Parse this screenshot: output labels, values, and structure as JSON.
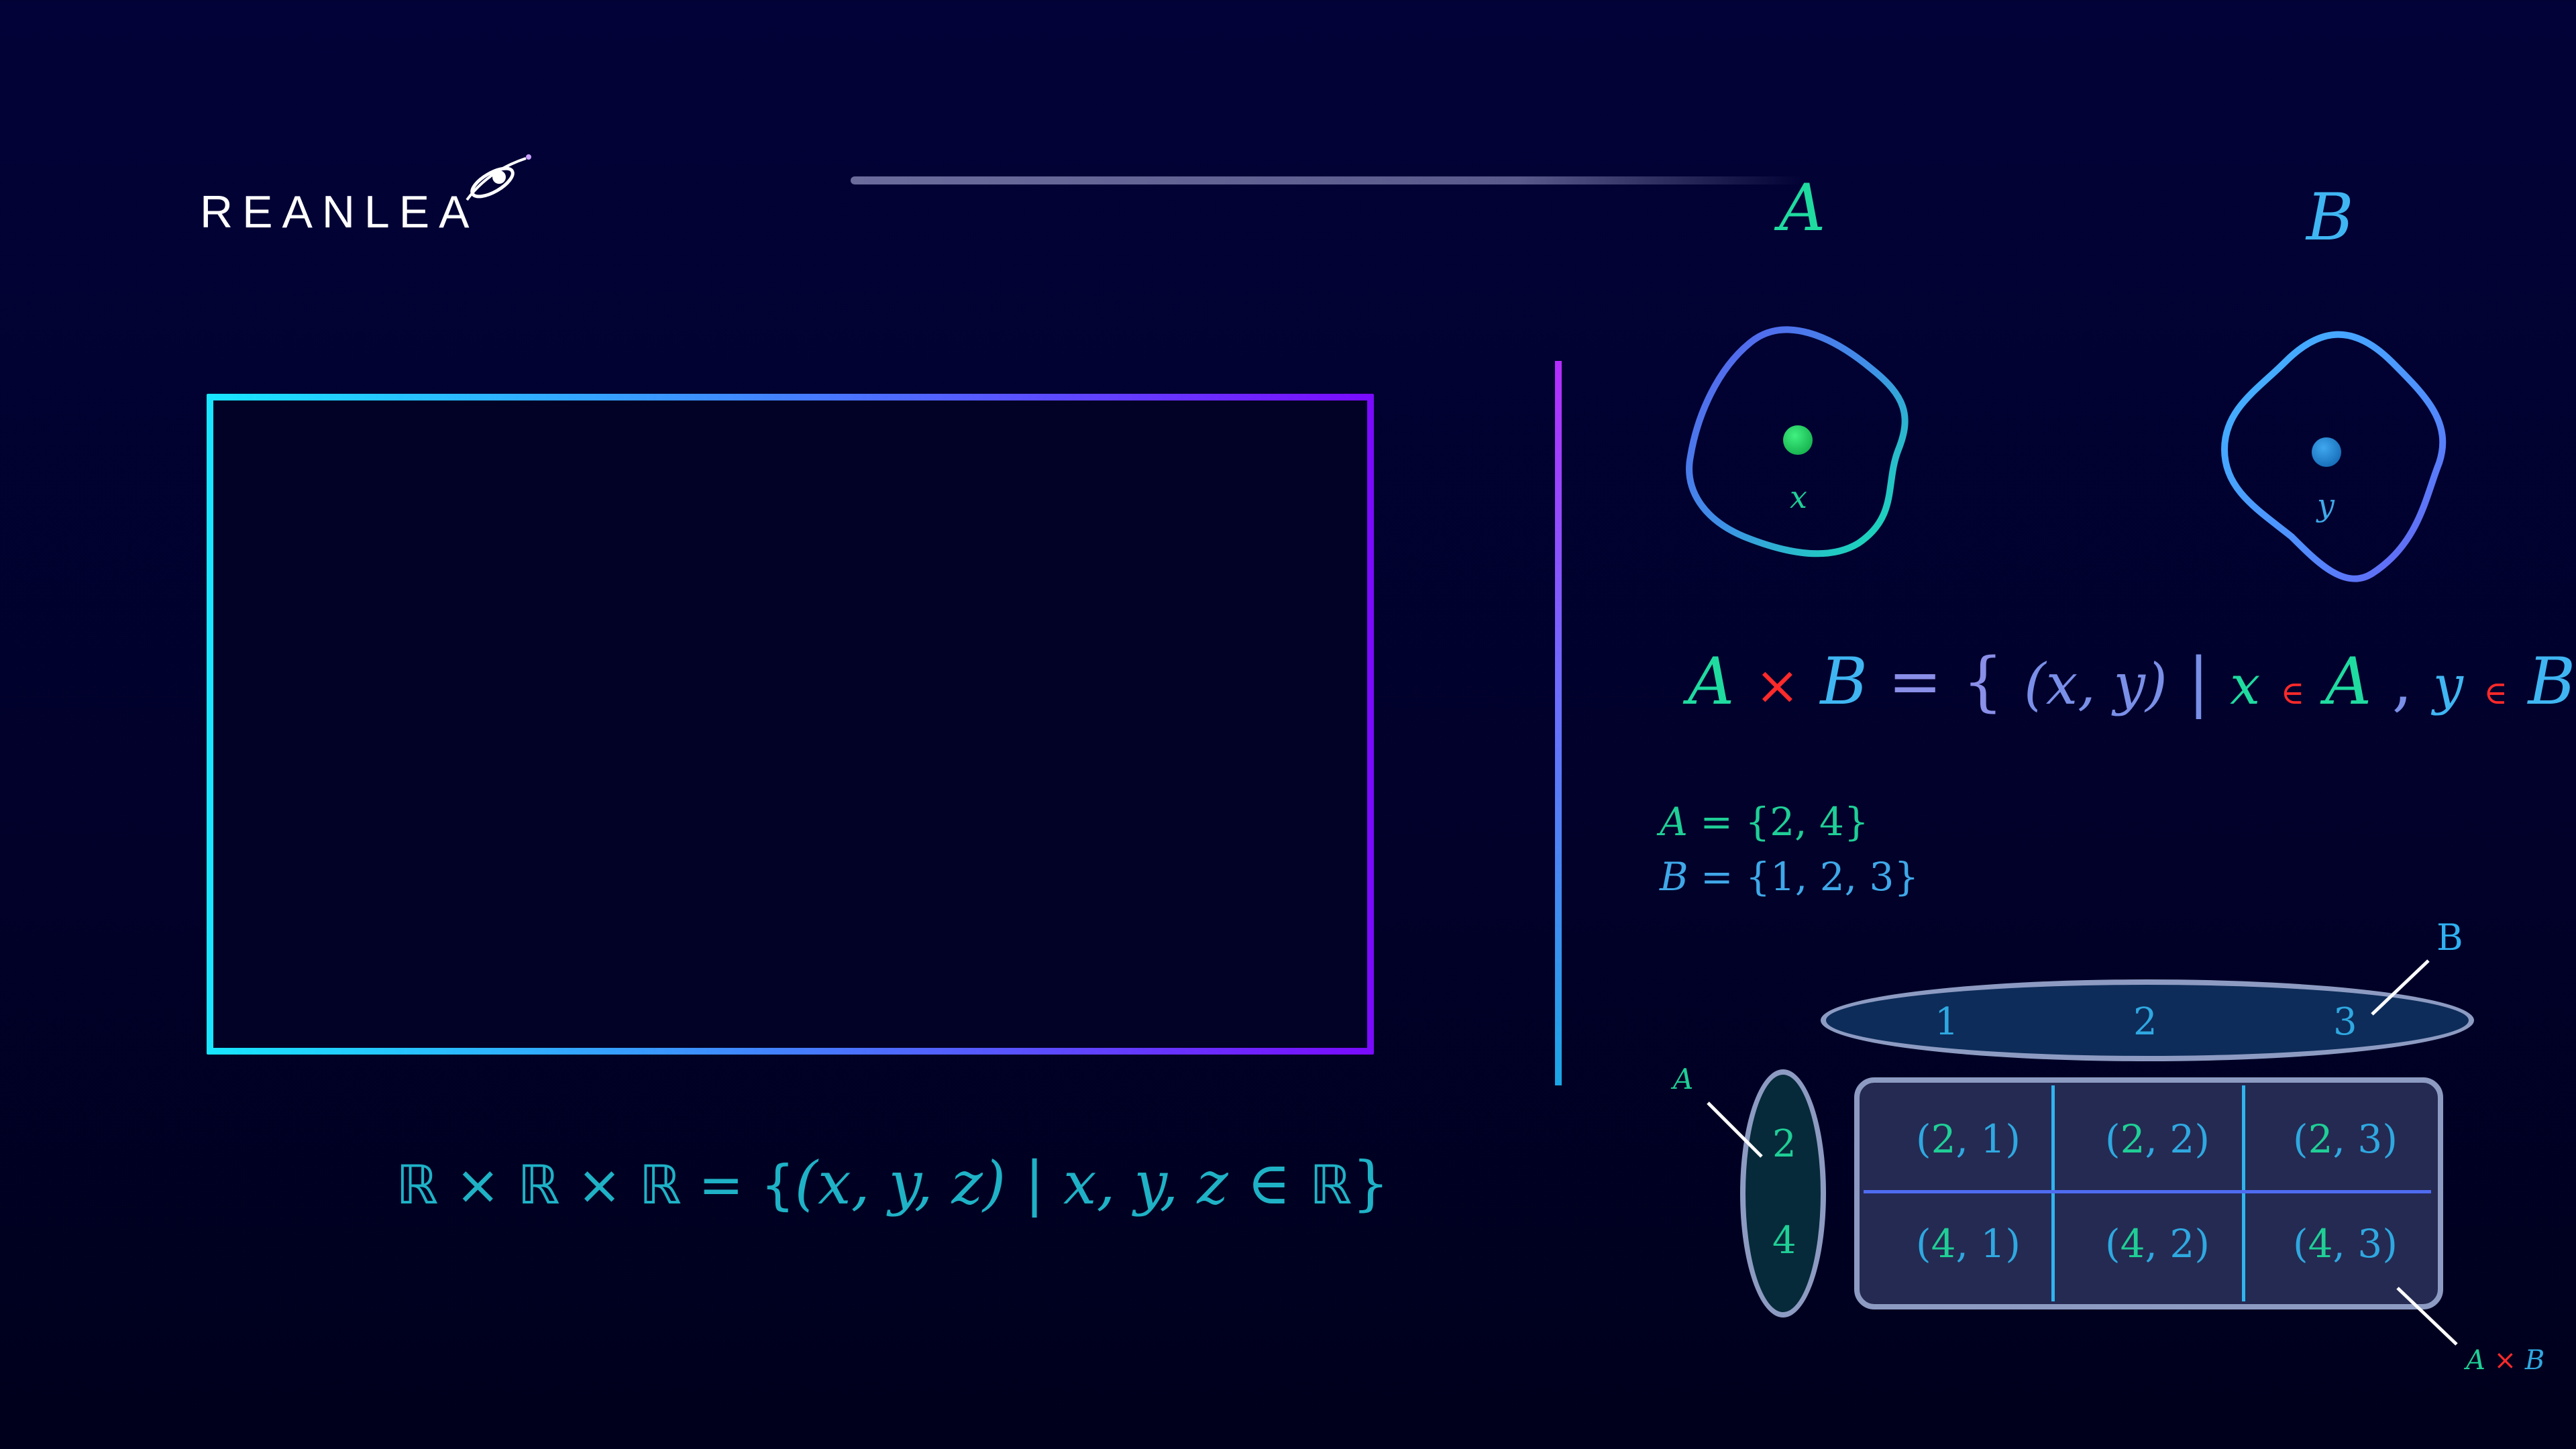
{
  "logo": {
    "text": "REANLEA"
  },
  "colors": {
    "background": "#020238",
    "teal": "#1fcf96",
    "blue": "#2fa8e0",
    "red_op": "#ff2a2a",
    "frame_start": "#18e6ff",
    "frame_end": "#7a0aff",
    "outline": "#8d9bc2"
  },
  "left": {
    "formula_lhs": "ℝ × ℝ × ℝ = {",
    "formula_tuple": "(x, y, z)",
    "formula_bar": "|",
    "formula_vars": "x, y, z ∈ ",
    "formula_R": "ℝ",
    "formula_close": "}"
  },
  "sets": {
    "A_label": "A",
    "B_label": "B",
    "x_label": "x",
    "y_label": "y"
  },
  "product": {
    "A": "A",
    "times": "×",
    "B": "B",
    "eq": "= {",
    "tuple": "(x, y)",
    "bar": "|",
    "x": "x",
    "in1": "∈",
    "A2": "A",
    "comma": ",",
    "y": "y",
    "in2": "∈",
    "B2": "B",
    "close": "}"
  },
  "definitions": {
    "A_def_lhs": "A = ",
    "A_def_rhs": "{2, 4}",
    "B_def_lhs": "B = ",
    "B_def_rhs": "{1, 2, 3}"
  },
  "diagram": {
    "B_elements": [
      "1",
      "2",
      "3"
    ],
    "A_elements": [
      "2",
      "4"
    ],
    "pairs": [
      [
        {
          "a": "2",
          "b": "1"
        },
        {
          "a": "2",
          "b": "2"
        },
        {
          "a": "2",
          "b": "3"
        }
      ],
      [
        {
          "a": "4",
          "b": "1"
        },
        {
          "a": "4",
          "b": "2"
        },
        {
          "a": "4",
          "b": "3"
        }
      ]
    ],
    "callout_B": "B",
    "callout_A": "A",
    "callout_AB_A": "A",
    "callout_AB_times": "×",
    "callout_AB_B": "B"
  }
}
